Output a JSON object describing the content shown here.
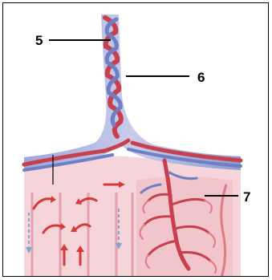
{
  "labels": [
    "5",
    "6",
    "7"
  ],
  "colors": {
    "artery": "#c8404e",
    "vein": "#6f7fc4",
    "tissue": "#f3c9cf",
    "tissue_dark": "#e7a7b1",
    "arrow": "#d63a3a",
    "blue_arrow": "#7ea6d8",
    "leader": "#000000"
  }
}
